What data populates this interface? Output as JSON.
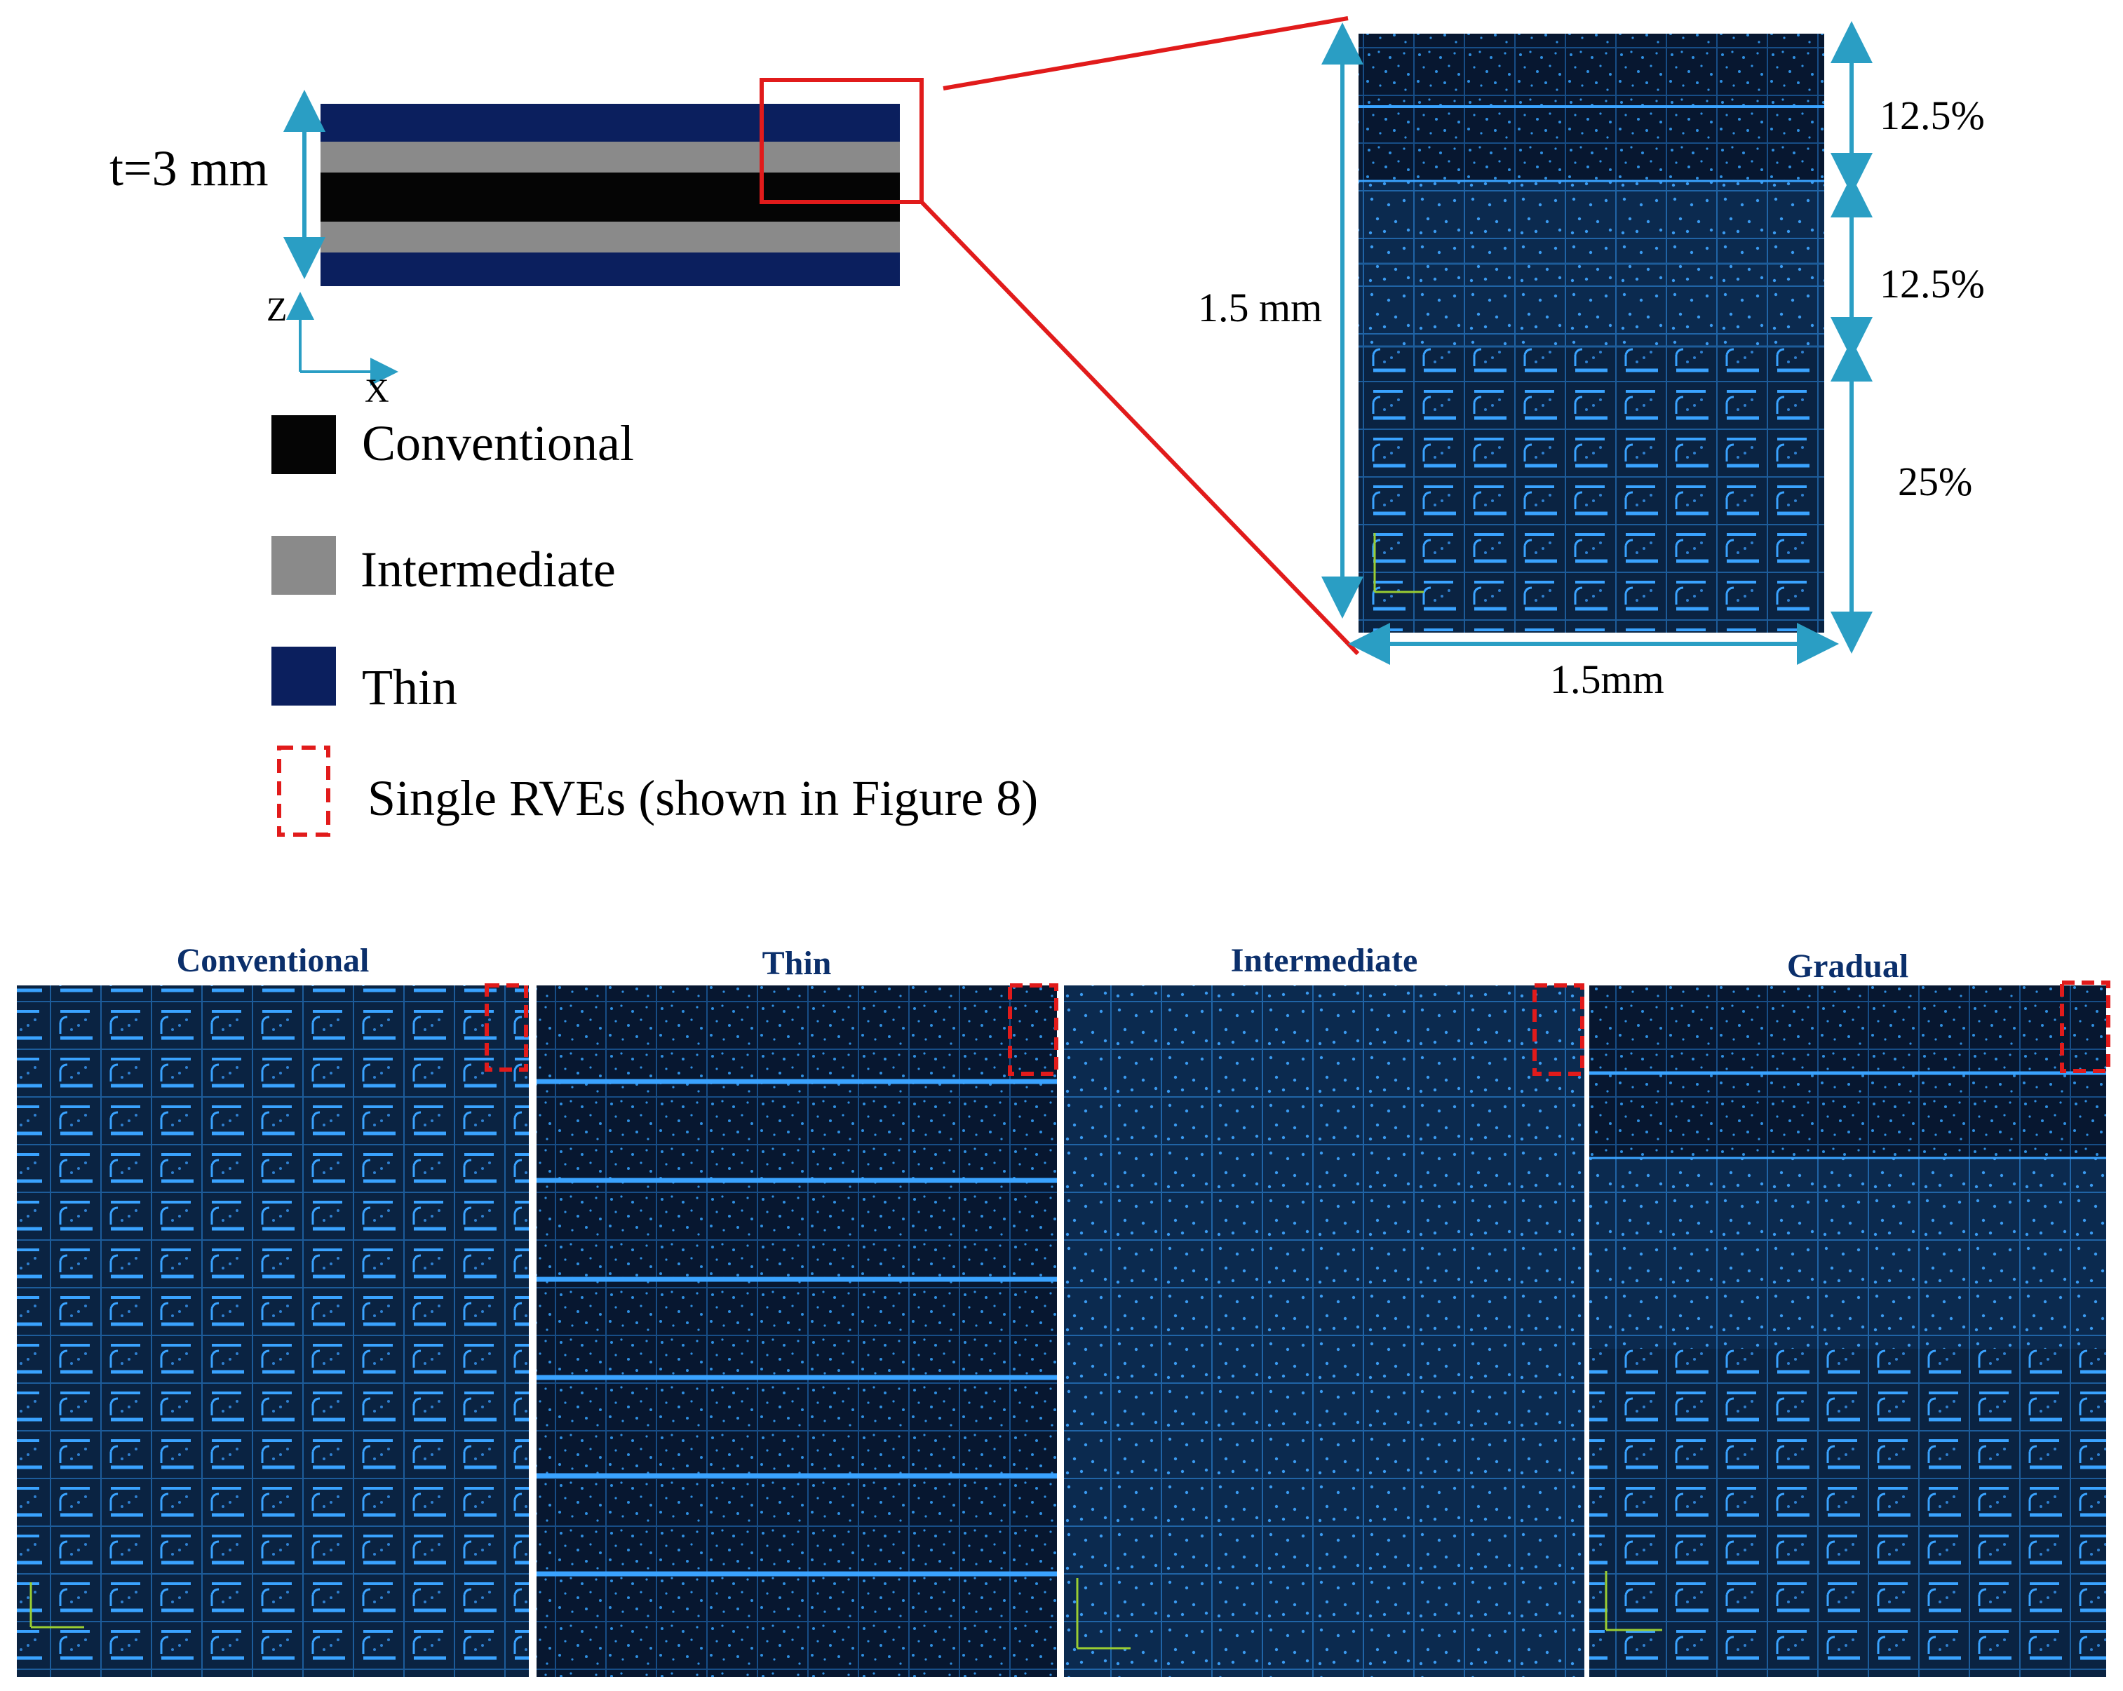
{
  "colors": {
    "thin": "#0b1f5e",
    "intermediate": "#8a8a8a",
    "conventional": "#050505",
    "dimension": "#2a9ec4",
    "callout": "#e11b1b",
    "mesh_bg": "#081a33",
    "mesh_line": "#2f8ee0",
    "panel_title": "#0b2f6b"
  },
  "laminate": {
    "thickness_label": "t=3 mm",
    "axis_z": "Z",
    "axis_x": "X",
    "layer_order": [
      "thin",
      "intermediate",
      "conventional",
      "intermediate",
      "thin"
    ]
  },
  "legend": {
    "items": [
      {
        "key": "conventional",
        "label": "Conventional"
      },
      {
        "key": "intermediate",
        "label": "Intermediate"
      },
      {
        "key": "thin",
        "label": "Thin"
      }
    ],
    "rve_label": "Single RVEs (shown in Figure 8)"
  },
  "zoom": {
    "height_label": "1.5 mm",
    "width_label": "1.5mm",
    "sections": [
      {
        "label": "12.5%",
        "fraction": 0.125
      },
      {
        "label": "12.5%",
        "fraction": 0.125
      },
      {
        "label": "25%",
        "fraction": 0.25
      }
    ]
  },
  "panels": [
    {
      "title": "Conventional",
      "type": "conventional"
    },
    {
      "title": "Thin",
      "type": "thin"
    },
    {
      "title": "Intermediate",
      "type": "intermediate"
    },
    {
      "title": "Gradual",
      "type": "gradual"
    }
  ]
}
